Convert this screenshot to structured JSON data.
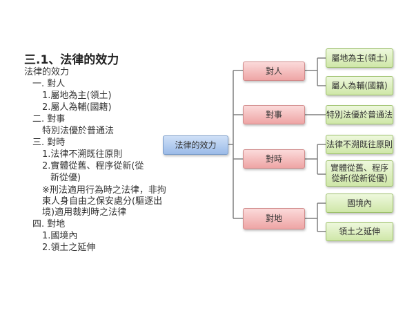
{
  "title": "三.1、法律的效力",
  "outline": {
    "root": "法律的效力",
    "s1_head": "一. 對人",
    "s1_i1": "1.屬地為主(領土)",
    "s1_i2": "2.屬人為輔(國籍)",
    "s2_head": "二. 對事",
    "s2_i1": "特別法優於普通法",
    "s3_head": "三. 對時",
    "s3_i1": "1.法律不溯既往原則",
    "s3_i2a": "2.實體從舊、程序從新(從",
    "s3_i2b": "新從優)",
    "s3_note": "※刑法適用行為時之法律，非拘束人身自由之保安處分(驅逐出境)適用裁判時之法律",
    "s4_head": "四. 對地",
    "s4_i1": "1.國境內",
    "s4_i2": "2.領土之延伸"
  },
  "diagram": {
    "root": "法律的效力",
    "branches": [
      {
        "label": "對人",
        "leaves": [
          "屬地為主(領土)",
          "屬人為輔(國籍)"
        ]
      },
      {
        "label": "對事",
        "leaves": [
          "特別法優於普通法"
        ]
      },
      {
        "label": "對時",
        "leaves": [
          "法律不溯既往原則",
          "實體從舊、程序從新(從新從優)"
        ]
      },
      {
        "label": "對地",
        "leaves": [
          "國境內",
          "領土之延伸"
        ]
      }
    ]
  }
}
